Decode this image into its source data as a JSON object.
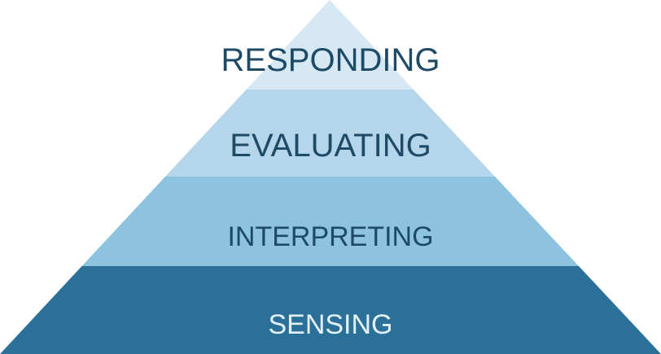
{
  "pyramid": {
    "levels": [
      {
        "label": "RESPONDING",
        "color": "#d6e8f3",
        "text_color": "#1d4a66"
      },
      {
        "label": "EVALUATING",
        "color": "#b5d5ea",
        "text_color": "#1d4a66"
      },
      {
        "label": "INTERPRETING",
        "color": "#8ec3df",
        "text_color": "#1d4a66"
      },
      {
        "label": "SENSING",
        "color": "#2a7099",
        "text_color": "#e3f0f8"
      }
    ]
  }
}
